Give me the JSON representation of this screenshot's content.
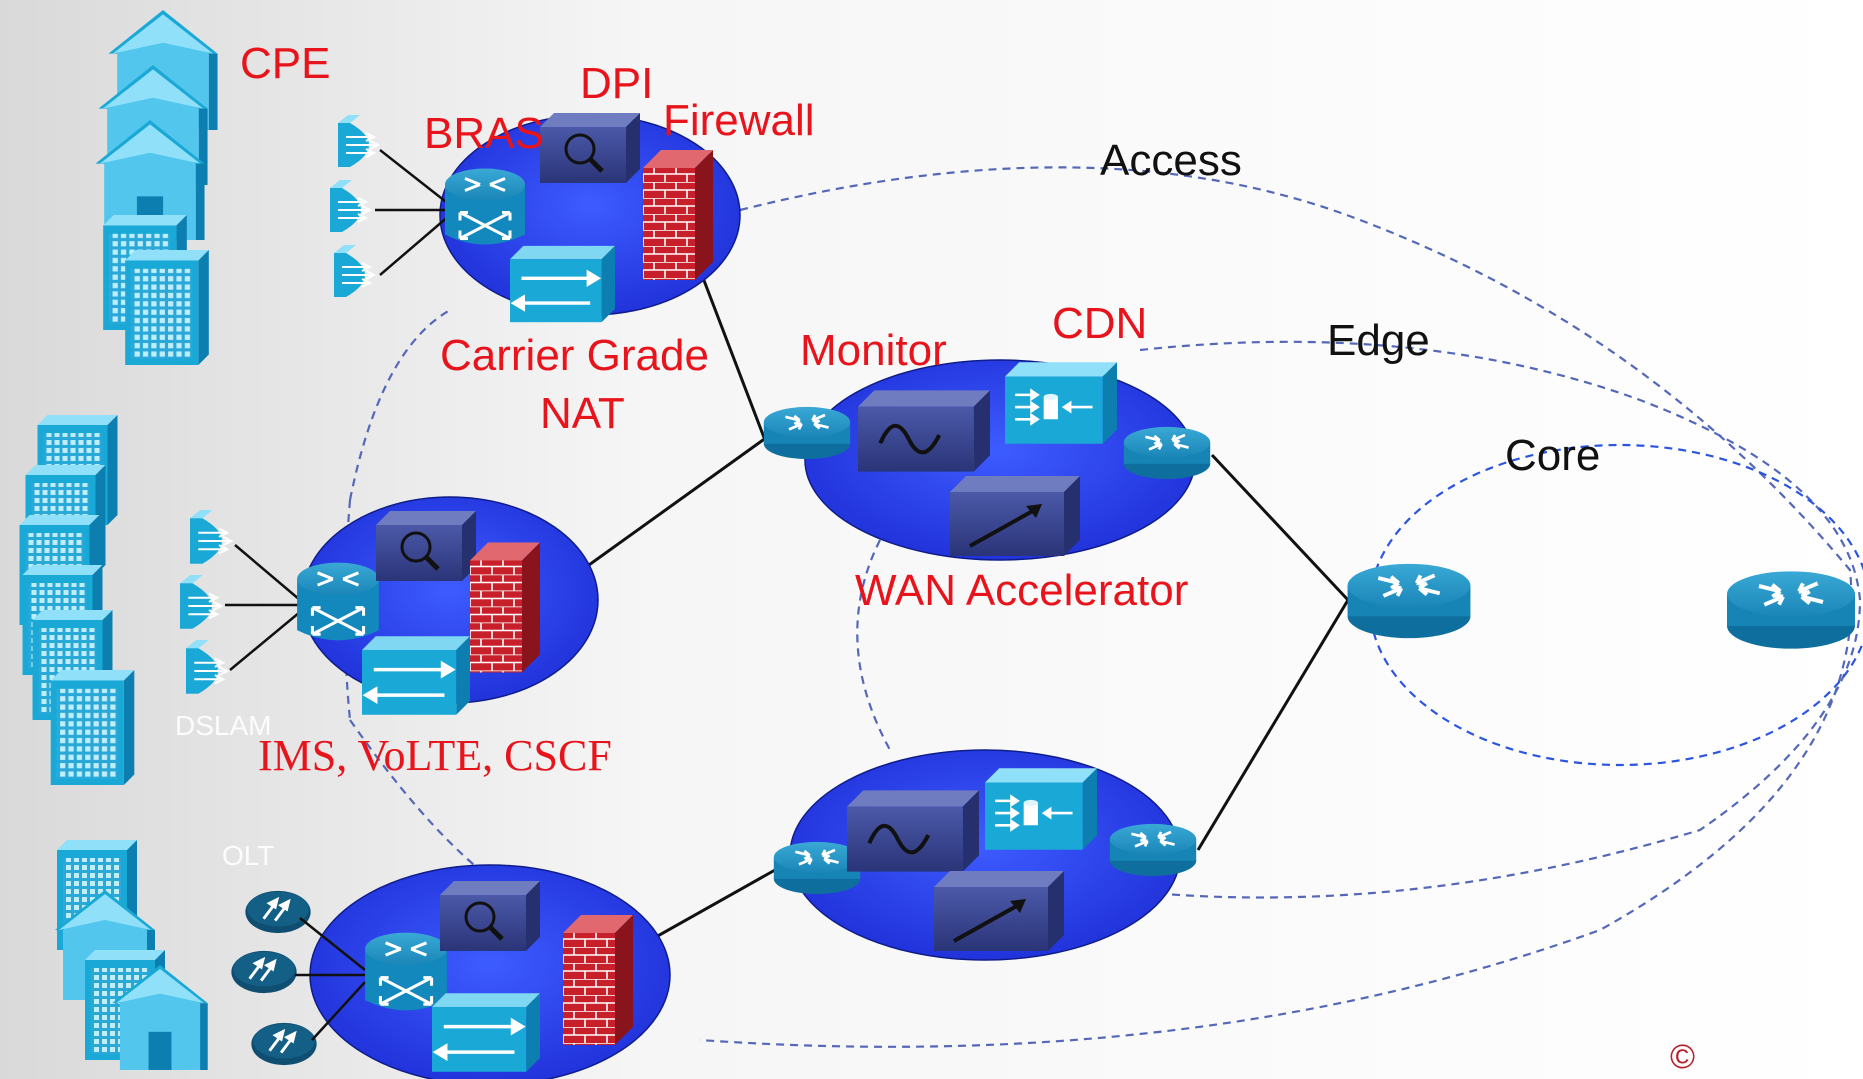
{
  "labels": {
    "cpe": "CPE",
    "dpi": "DPI",
    "bras": "BRAS",
    "firewall": "Firewall",
    "access": "Access",
    "carrier_grade": "Carrier Grade",
    "nat": "NAT",
    "monitor": "Monitor",
    "cdn": "CDN",
    "edge": "Edge",
    "core": "Core",
    "wan_accelerator": "WAN Accelerator",
    "dslam": "DSLAM",
    "ims": "IMS, VoLTE, CSCF",
    "olt": "OLT",
    "copyright": "©"
  },
  "colors": {
    "label_red": "#e8141c",
    "ellipse_blue": "#2f43f0",
    "device_cyan": "#1aa9d6",
    "ring_dashed": "#5468b8",
    "core_ring": "#2b55e0"
  }
}
